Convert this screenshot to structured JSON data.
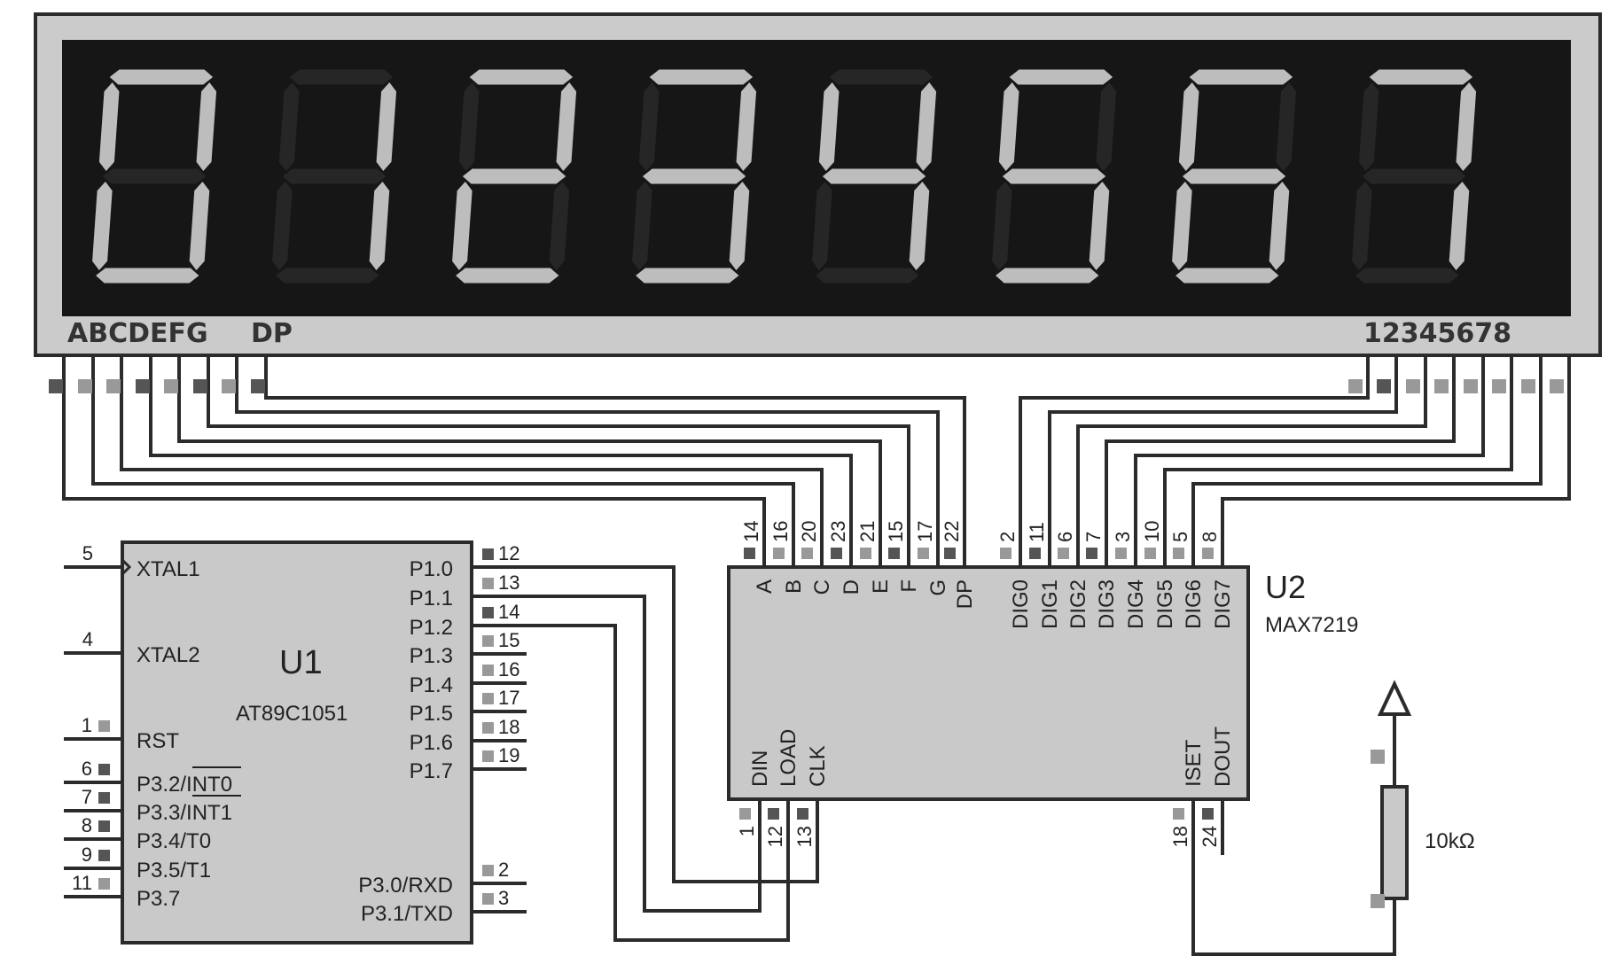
{
  "display": {
    "digits": [
      "0",
      "1",
      "2",
      "3",
      "4",
      "5",
      "6",
      "7"
    ],
    "segment_label": "ABCDEFG",
    "dp_label": "DP",
    "digit_label": "12345678",
    "segment_color": "#bdbdbd",
    "dim_segment_color": "#262626",
    "background_color": "#161616"
  },
  "u1": {
    "ref": "U1",
    "part": "AT89C1051",
    "left_pins": [
      {
        "num": "5",
        "name": "XTAL1"
      },
      {
        "num": "4",
        "name": "XTAL2"
      },
      {
        "num": "1",
        "name": "RST"
      },
      {
        "num": "6",
        "name": "P3.2/INT0"
      },
      {
        "num": "7",
        "name": "P3.3/INT1"
      },
      {
        "num": "8",
        "name": "P3.4/T0"
      },
      {
        "num": "9",
        "name": "P3.5/T1"
      },
      {
        "num": "11",
        "name": "P3.7"
      }
    ],
    "right_pins": [
      {
        "num": "12",
        "name": "P1.0"
      },
      {
        "num": "13",
        "name": "P1.1"
      },
      {
        "num": "14",
        "name": "P1.2"
      },
      {
        "num": "15",
        "name": "P1.3"
      },
      {
        "num": "16",
        "name": "P1.4"
      },
      {
        "num": "17",
        "name": "P1.5"
      },
      {
        "num": "18",
        "name": "P1.6"
      },
      {
        "num": "19",
        "name": "P1.7"
      },
      {
        "num": "2",
        "name": "P3.0/RXD"
      },
      {
        "num": "3",
        "name": "P3.1/TXD"
      }
    ]
  },
  "u2": {
    "ref": "U2",
    "part": "MAX7219",
    "top_pins": [
      {
        "num": "14",
        "name": "A"
      },
      {
        "num": "16",
        "name": "B"
      },
      {
        "num": "20",
        "name": "C"
      },
      {
        "num": "23",
        "name": "D"
      },
      {
        "num": "21",
        "name": "E"
      },
      {
        "num": "15",
        "name": "F"
      },
      {
        "num": "17",
        "name": "G"
      },
      {
        "num": "22",
        "name": "DP"
      },
      {
        "num": "2",
        "name": "DIG0"
      },
      {
        "num": "11",
        "name": "DIG1"
      },
      {
        "num": "6",
        "name": "DIG2"
      },
      {
        "num": "7",
        "name": "DIG3"
      },
      {
        "num": "3",
        "name": "DIG4"
      },
      {
        "num": "10",
        "name": "DIG5"
      },
      {
        "num": "5",
        "name": "DIG6"
      },
      {
        "num": "8",
        "name": "DIG7"
      }
    ],
    "bottom_pins": [
      {
        "num": "1",
        "name": "DIN"
      },
      {
        "num": "12",
        "name": "LOAD"
      },
      {
        "num": "13",
        "name": "CLK"
      },
      {
        "num": "18",
        "name": "ISET"
      },
      {
        "num": "24",
        "name": "DOUT"
      }
    ]
  },
  "resistor": {
    "value": "10kΩ"
  }
}
